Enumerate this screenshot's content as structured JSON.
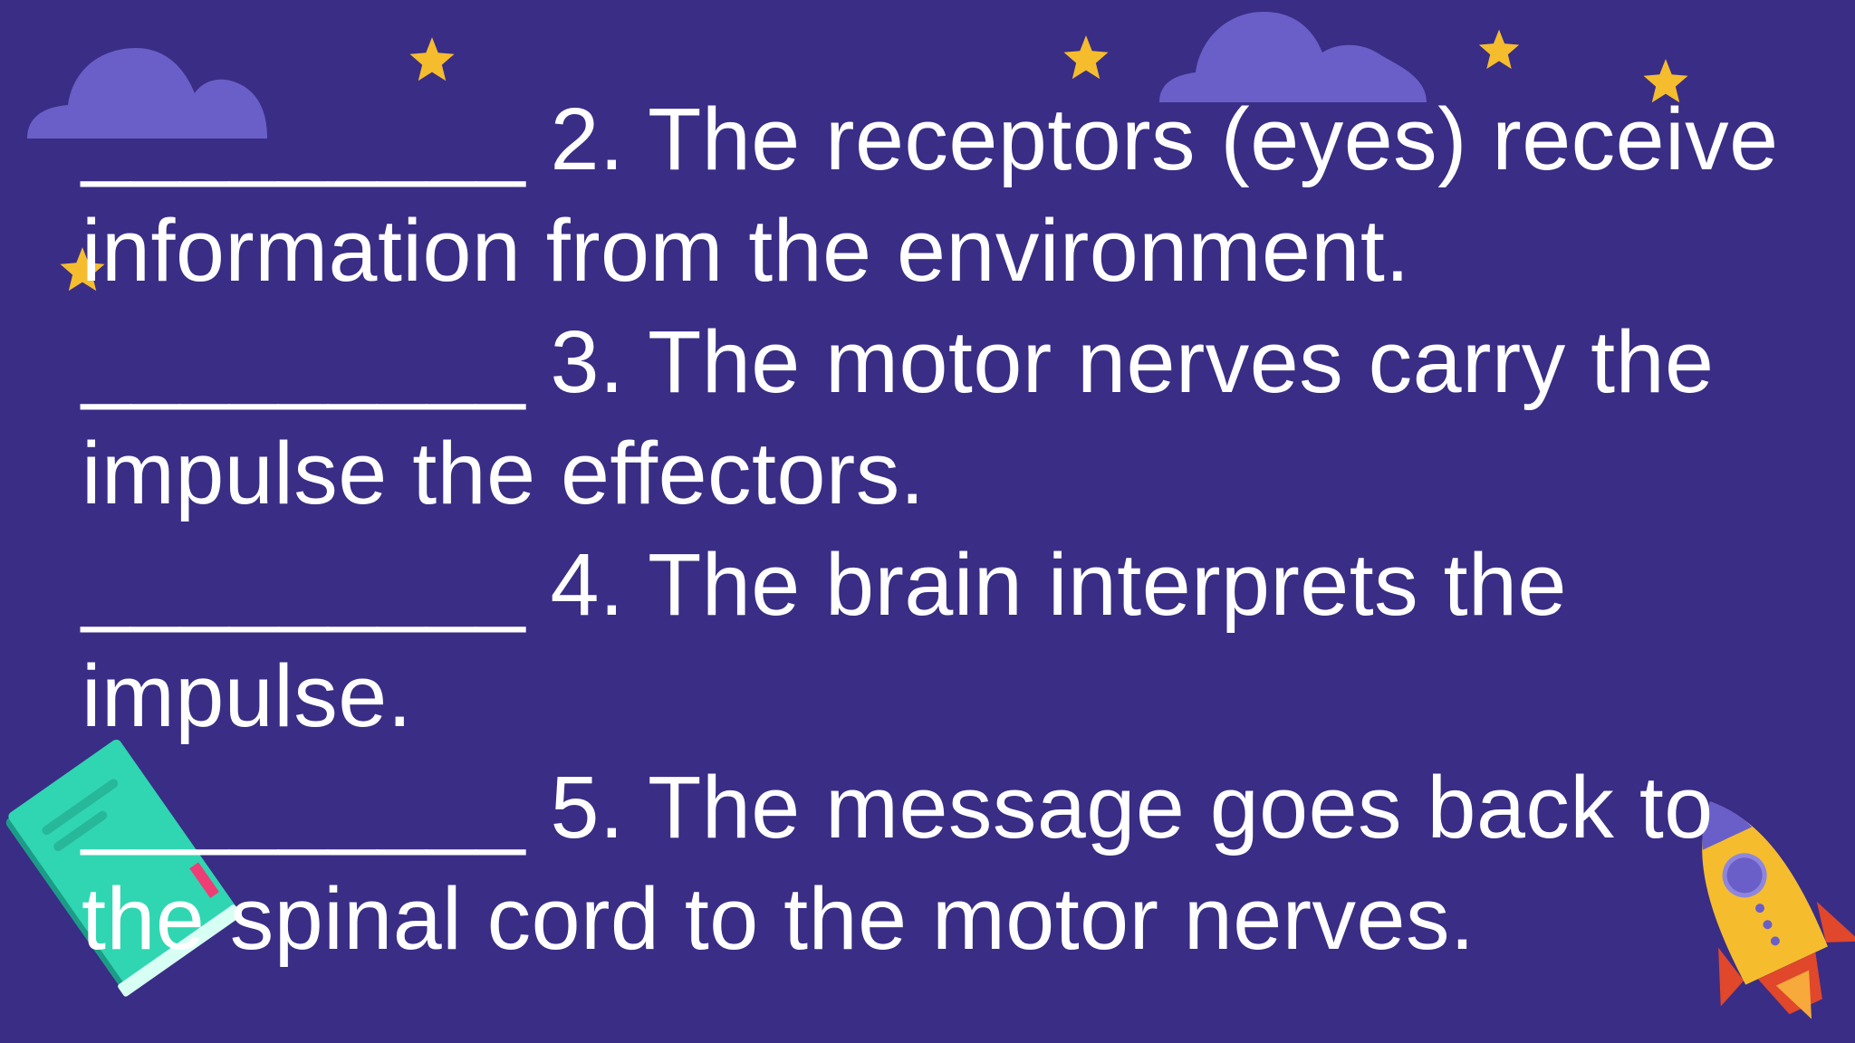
{
  "slide": {
    "background_color": "#3a2d85",
    "text_color": "#ffffff",
    "accent_star_color": "#f5bd2e",
    "cloud_color": "#6a5fc8",
    "items": [
      {
        "blank": "_________",
        "text": "2. The receptors (eyes) receive",
        "continuation": "information from the environment."
      },
      {
        "blank": "_________",
        "text": "3. The motor nerves carry the",
        "continuation": "impulse the effectors."
      },
      {
        "blank": "_________",
        "text": "4. The brain interprets the",
        "continuation": "impulse."
      },
      {
        "blank": "_________",
        "text": "5. The message goes back to",
        "continuation": "the spinal cord to the motor nerves."
      }
    ],
    "decorations": [
      "cloud-icon",
      "cloud-icon",
      "star-icon",
      "star-icon",
      "star-icon",
      "star-icon",
      "star-icon",
      "book-icon",
      "rocket-icon"
    ]
  }
}
